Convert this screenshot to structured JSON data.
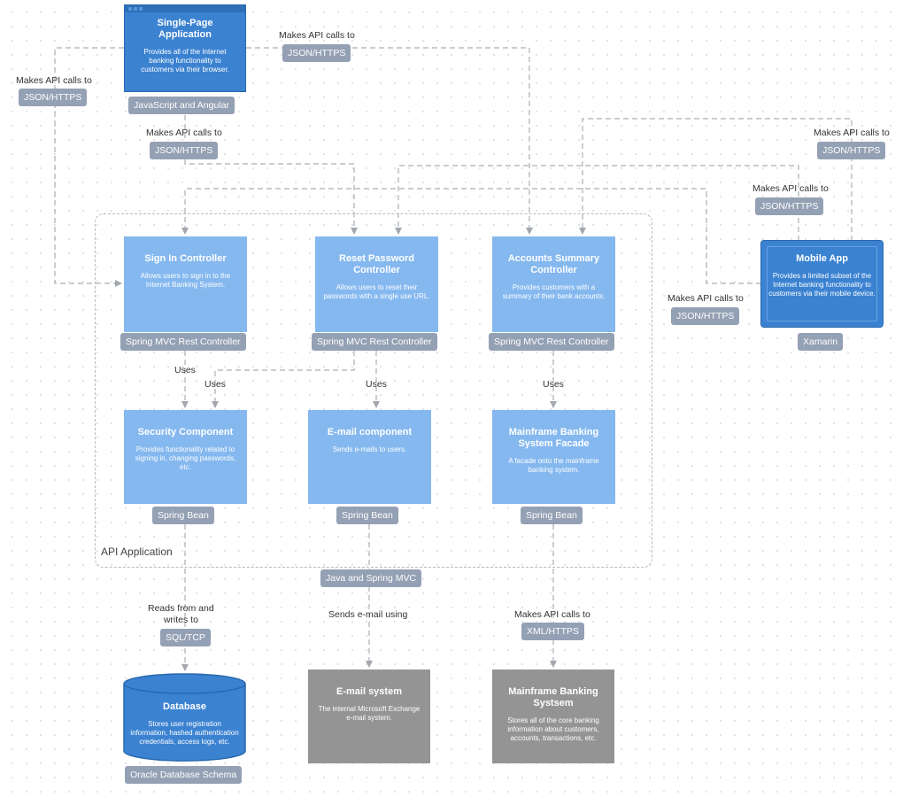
{
  "boundary": {
    "label": "API Application",
    "tech": "Java and Spring MVC"
  },
  "spa": {
    "title": "Single-Page\nApplication",
    "desc": "Provides all of the Internet banking functionality to customers via their browser.",
    "tech": "JavaScript and Angular"
  },
  "mobile": {
    "title": "Mobile App",
    "desc": "Provides a limited subset of the Internet banking functionality to customers via their mobile device.",
    "tech": "Xamarin"
  },
  "signin": {
    "title": "Sign In Controller",
    "desc": "Allows users to sign in to the Internet Banking System.",
    "tech": "Spring MVC Rest Controller"
  },
  "reset": {
    "title": "Reset Password\nController",
    "desc": "Allows users to reset their passwords with a single use URL.",
    "tech": "Spring MVC Rest Controller"
  },
  "accounts": {
    "title": "Accounts Summary\nController",
    "desc": "Provides customers with a summary of their bank accounts.",
    "tech": "Spring MVC Rest Controller"
  },
  "security": {
    "title": "Security Component",
    "desc": "Provides functionality related to signing in, changing passwords, etc.",
    "tech": "Spring Bean"
  },
  "email": {
    "title": "E-mail component",
    "desc": "Sends e-mails to users.",
    "tech": "Spring Bean"
  },
  "facade": {
    "title": "Mainframe Banking\nSystem Facade",
    "desc": "A facade onto the mainframe banking system.",
    "tech": "Spring Bean"
  },
  "database": {
    "title": "Database",
    "desc": "Stores user registration information, hashed authentication credentials, access logs, etc.",
    "tech": "Oracle Database Schema"
  },
  "emailsys": {
    "title": "E-mail system",
    "desc": "The internal Microsoft Exchange e-mail system."
  },
  "mainframe": {
    "title": "Mainframe Banking\nSystsem",
    "desc": "Stores all of the core banking information about customers, accounts, transactions, etc."
  },
  "edges": {
    "spa_signin": {
      "label": "Makes API calls to",
      "tech": "JSON/HTTPS"
    },
    "spa_accounts": {
      "label": "Makes API calls to",
      "tech": "JSON/HTTPS"
    },
    "spa_reset": {
      "label": "Makes API calls to",
      "tech": "JSON/HTTPS"
    },
    "mobile_accounts": {
      "label": "Makes API calls to",
      "tech": "JSON/HTTPS"
    },
    "mobile_reset": {
      "label": "Makes API calls to",
      "tech": "JSON/HTTPS"
    },
    "mobile_signin": {
      "label": "Makes API calls to",
      "tech": "JSON/HTTPS"
    },
    "signin_security": {
      "label": "Uses"
    },
    "reset_security": {
      "label": "Uses"
    },
    "reset_email": {
      "label": "Uses"
    },
    "accounts_facade": {
      "label": "Uses"
    },
    "security_db": {
      "label": "Reads from and\nwrites to",
      "tech": "SQL/TCP"
    },
    "email_emailsys": {
      "label": "Sends e-mail using"
    },
    "facade_mainframe": {
      "label": "Makes API calls to",
      "tech": "XML/HTTPS"
    }
  },
  "colors": {
    "component": "#85b8ef",
    "container": "#3b82d1",
    "external": "#949494",
    "tag": "#94a0b4",
    "edge": "#a9adb3"
  }
}
